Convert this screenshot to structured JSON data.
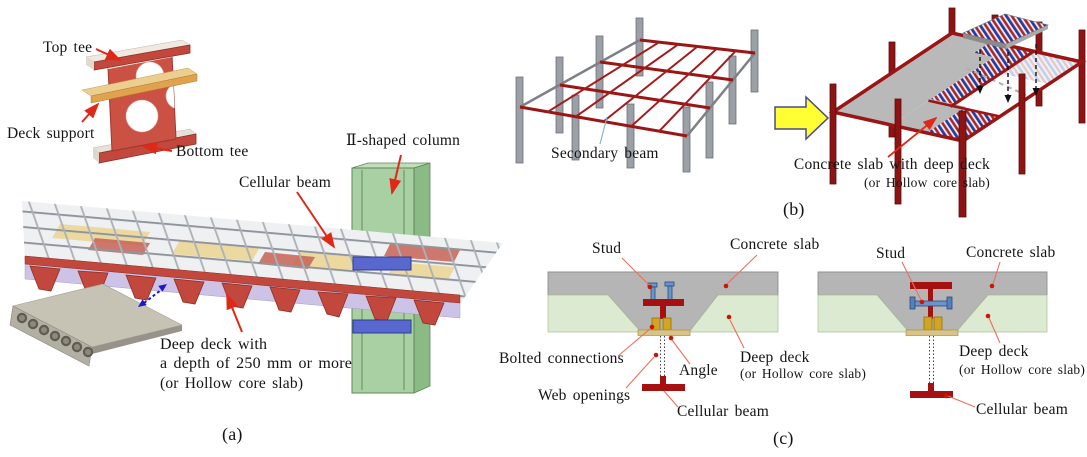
{
  "panels": {
    "a": {
      "caption": "(a)",
      "labels": {
        "top_tee": "Top tee",
        "deck_support": "Deck support",
        "bottom_tee": "Bottom tee",
        "cellular_beam": "Cellular beam",
        "pi_shaped_column": "Ⅱ-shaped column",
        "deep_deck_line1": "Deep deck with",
        "deep_deck_line2": "a depth of 250 mm or more",
        "deep_deck_line3": "(or Hollow core slab)"
      }
    },
    "b": {
      "caption": "(b)",
      "labels": {
        "secondary_beam": "Secondary beam",
        "concrete_slab_line1": "Concrete slab with deep deck",
        "concrete_slab_line2": "(or Hollow core slab)"
      }
    },
    "c": {
      "caption": "(c)",
      "left": {
        "stud": "Stud",
        "concrete_slab": "Concrete slab",
        "bolted_connections": "Bolted connections",
        "angle": "Angle",
        "deep_deck": "Deep deck",
        "deep_deck_alt": "(or Hollow core slab)",
        "web_openings": "Web openings",
        "cellular_beam": "Cellular beam"
      },
      "right": {
        "stud": "Stud",
        "concrete_slab": "Concrete slab",
        "deep_deck": "Deep deck",
        "deep_deck_alt": "(or Hollow core slab)",
        "cellular_beam": "Cellular beam"
      }
    }
  },
  "colors": {
    "beam_red": "#c2473c",
    "section_red": "#a51010",
    "frame_red": "#9b1515",
    "column_green": "#a9d0a2",
    "deck_support_tan": "#dfa24f",
    "soffit_lavender": "#cdc3e6",
    "panel_yellow": "#ecd9a0",
    "concrete_gray": "#b5b5b5",
    "deep_deck_green": "#dcead2",
    "stud_blue": "#6a95cc",
    "bolt_gold": "#d2a51f",
    "leader_red": "#e02818",
    "guide_arrow_blue": "#1a1acc",
    "block_arrow_yellow": "#ffff33",
    "steel_gray": "#9aa0a6"
  }
}
